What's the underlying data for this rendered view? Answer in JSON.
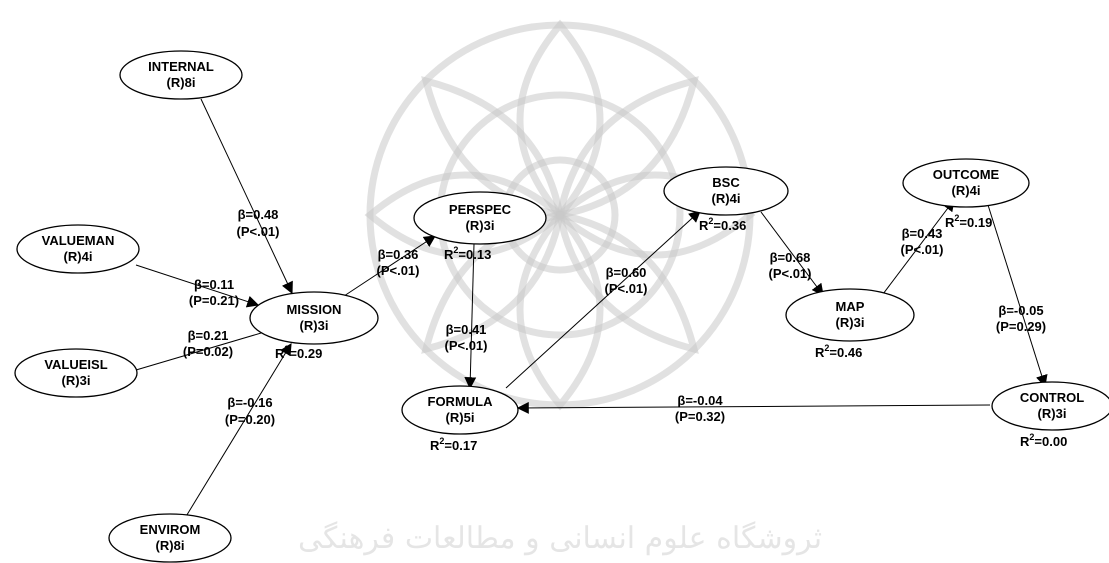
{
  "nodes": {
    "internal": {
      "name": "INTERNAL",
      "sub": "(R)8i"
    },
    "valueman": {
      "name": "VALUEMAN",
      "sub": "(R)4i"
    },
    "valueisl": {
      "name": "VALUEISL",
      "sub": "(R)3i"
    },
    "envirom": {
      "name": "ENVIROM",
      "sub": "(R)8i"
    },
    "mission": {
      "name": "MISSION",
      "sub": "(R)3i",
      "r2": "0.29"
    },
    "perspec": {
      "name": "PERSPEC",
      "sub": "(R)3i",
      "r2": "0.13"
    },
    "formula": {
      "name": "FORMULA",
      "sub": "(R)5i",
      "r2": "0.17"
    },
    "bsc": {
      "name": "BSC",
      "sub": "(R)4i",
      "r2": "0.36"
    },
    "map": {
      "name": "MAP",
      "sub": "(R)3i",
      "r2": "0.46"
    },
    "outcome": {
      "name": "OUTCOME",
      "sub": "(R)4i",
      "r2": "0.19"
    },
    "control": {
      "name": "CONTROL",
      "sub": "(R)3i",
      "r2": "0.00"
    }
  },
  "r2_prefix": "R",
  "r2_sup": "2",
  "r2_eq": "=",
  "paths": {
    "internal_mission": {
      "beta": "β=0.48",
      "p": "(P<.01)"
    },
    "valueman_mission": {
      "beta": "β=0.11",
      "p": "(P=0.21)"
    },
    "valueisl_mission": {
      "beta": "β=0.21",
      "p": "(P=0.02)"
    },
    "envirom_mission": {
      "beta": "β=-0.16",
      "p": "(P=0.20)"
    },
    "mission_perspec": {
      "beta": "β=0.36",
      "p": "(P<.01)"
    },
    "perspec_formula": {
      "beta": "β=0.41",
      "p": "(P<.01)"
    },
    "formula_bsc": {
      "beta": "β=0.60",
      "p": "(P<.01)"
    },
    "bsc_map": {
      "beta": "β=0.68",
      "p": "(P<.01)"
    },
    "map_outcome": {
      "beta": "β=0.43",
      "p": "(P<.01)"
    },
    "outcome_control": {
      "beta": "β=-0.05",
      "p": "(P=0.29)"
    },
    "control_formula": {
      "beta": "β=-0.04",
      "p": "(P=0.32)"
    }
  },
  "watermark": {
    "text": "ثروشگاه علوم انسانی و مطالعات فرهنگی"
  }
}
